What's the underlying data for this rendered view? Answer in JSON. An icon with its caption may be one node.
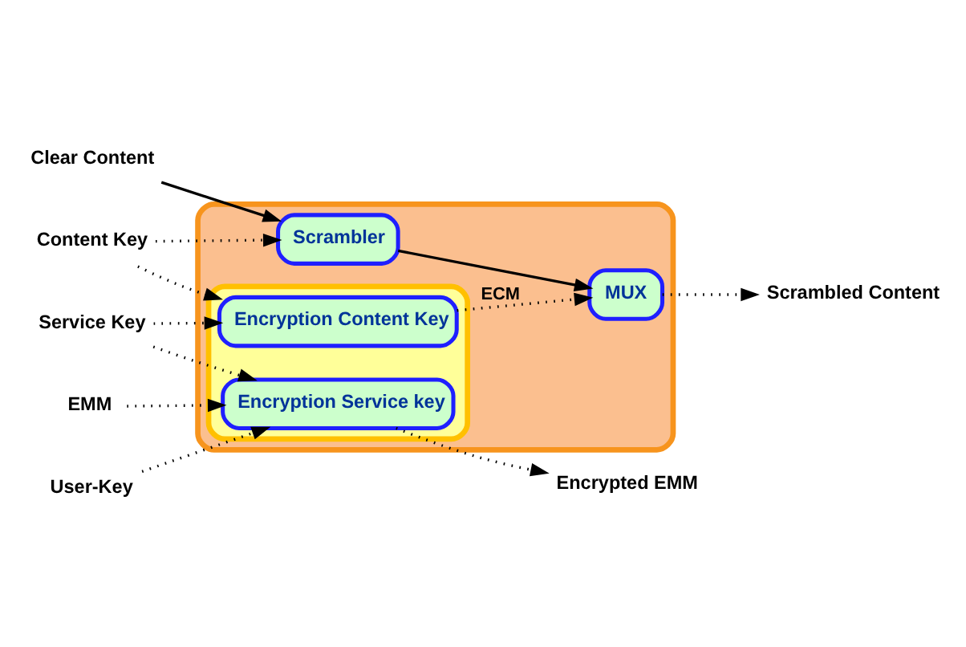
{
  "diagram": {
    "nodes": [
      {
        "text": [],
        "shape": "box"
      },
      {
        "text": [
          "Scrambler"
        ],
        "in": 0
      },
      {
        "text": [
          "MUX"
        ],
        "in": 0
      },
      {
        "text": [],
        "shape": "box",
        "in": 0
      },
      {
        "text": [
          "Encryption Content Key"
        ],
        "in": 3
      },
      {
        "text": [
          "Encryption Service key"
        ],
        "in": 3
      },
      {
        "text": [
          "Clear Content"
        ]
      },
      {
        "text": [
          "Content Key"
        ]
      },
      {
        "text": [
          "Service Key"
        ]
      },
      {
        "text": [
          "Scrambled Content"
        ]
      },
      {
        "text": [
          "Encrypted EMM"
        ]
      },
      {
        "text": [
          "EMM"
        ]
      },
      {
        "text": [
          "User-Key"
        ]
      }
    ],
    "edges": [
      {
        "from": 6,
        "to": 1,
        "arrow": "to"
      },
      {
        "from": 7,
        "to": 1,
        "arrow": "to",
        "style": "dashed"
      },
      {
        "from": 7,
        "to": 4,
        "arrow": "to",
        "style": "dashed"
      },
      {
        "from": 8,
        "to": 4,
        "arrow": "to",
        "style": "dashed"
      },
      {
        "from": 8,
        "to": 5,
        "arrow": "to",
        "style": "dashed"
      },
      {
        "from": 1,
        "to": 2,
        "arrow": "to"
      },
      {
        "from": 2,
        "to": 9,
        "arrow": "to",
        "style": "dashed"
      },
      {
        "from": 4,
        "to": 2,
        "arrow": "to",
        "style": "dashed",
        "label": "ECM"
      },
      {
        "from": 5,
        "to": 10,
        "arrow": "to",
        "style": "dashed"
      },
      {
        "from": 11,
        "to": 5,
        "arrow": "to",
        "style": "dashed"
      },
      {
        "from": 12,
        "to": 5,
        "arrow": "to",
        "style": "dashed"
      }
    ]
  }
}
